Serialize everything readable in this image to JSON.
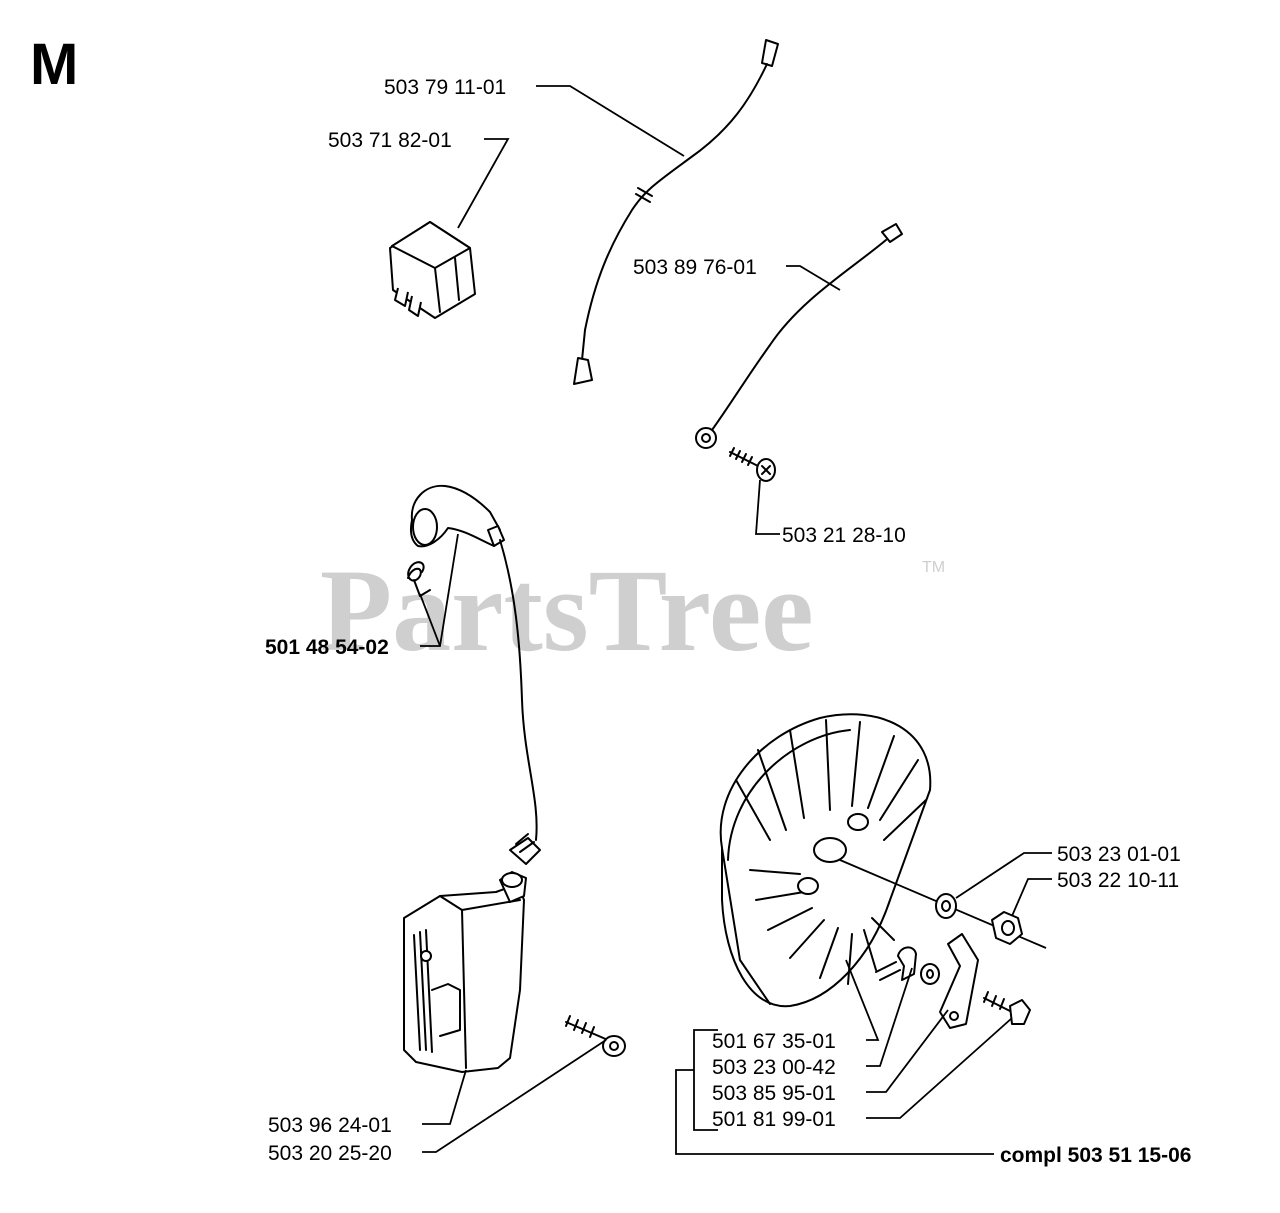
{
  "section": "M",
  "watermark": "PartsTree",
  "trademark": "TM",
  "parts": {
    "wire_long": "503 79 11-01",
    "switch": "503 71 82-01",
    "wire_short": "503 89 76-01",
    "wire_screw": "503 21 28-10",
    "spark_cap": "501 48 54-02",
    "washer": "503 23 01-01",
    "nut": "503 22 10-11",
    "key": "501 67 35-01",
    "washer_small": "503 23 00-42",
    "pawl": "503 85 95-01",
    "pawl_screw": "501 81 99-01",
    "coil": "503 96 24-01",
    "coil_screw": "503 20 25-20",
    "kit": "compl 503 51 15-06"
  }
}
